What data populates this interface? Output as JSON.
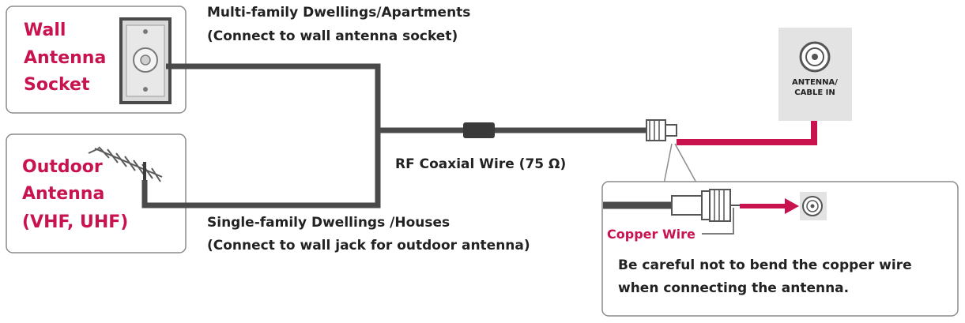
{
  "wall_socket": {
    "lines": [
      "Wall",
      "Antenna",
      "Socket"
    ]
  },
  "outdoor_antenna": {
    "lines": [
      "Outdoor",
      "Antenna",
      "(VHF, UHF)"
    ]
  },
  "multi_family": {
    "lines": [
      "Multi-family Dwellings/Apartments",
      "(Connect to wall antenna socket)"
    ]
  },
  "single_family": {
    "lines": [
      "Single-family Dwellings /Houses",
      "(Connect to wall jack for outdoor antenna)"
    ]
  },
  "coax": {
    "label": "RF Coaxial Wire (75 Ω)"
  },
  "tv_port": {
    "lines": [
      "ANTENNA/",
      "CABLE IN"
    ]
  },
  "detail": {
    "copper_label": "Copper Wire",
    "caution_lines": [
      "Be careful not to bend the copper wire",
      "when connecting the antenna."
    ]
  },
  "colors": {
    "accent": "#c8134f",
    "cable": "#4a4a4a",
    "border": "#8c8c8c",
    "port_bg": "#e3e3e3"
  }
}
